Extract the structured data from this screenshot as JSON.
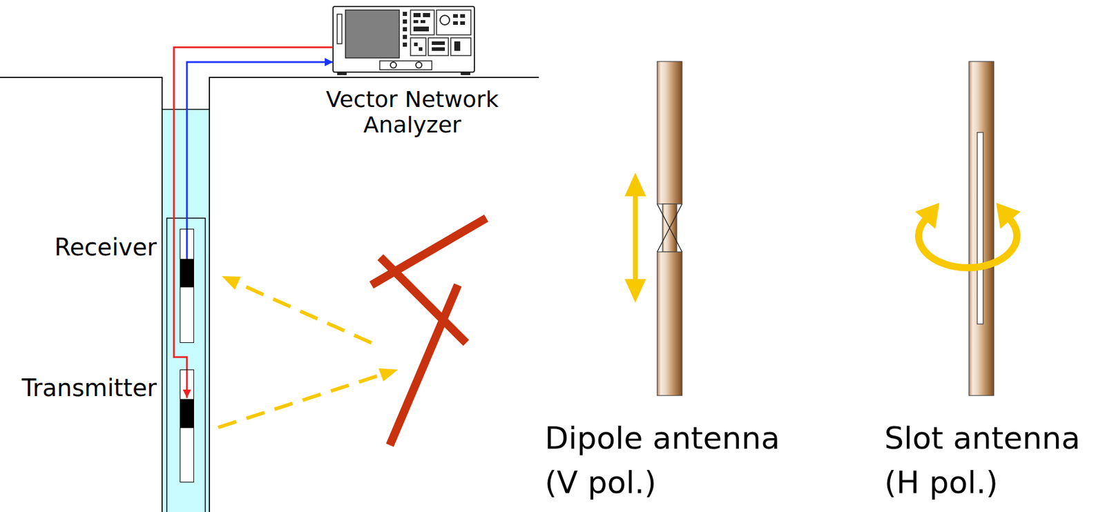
{
  "diagram": {
    "nodes": [
      {
        "text": [
          "Vector Network Analyzer"
        ]
      },
      {
        "text": [
          "Receiver"
        ]
      },
      {
        "text": [
          "Transmitter"
        ]
      },
      {
        "text": [
          "Dipole antenna (V pol.)"
        ]
      },
      {
        "text": [
          "Slot antenna (H pol.)"
        ]
      }
    ],
    "edges": [
      {
        "from": 0,
        "to": 2,
        "arrow": "to"
      },
      {
        "from": 1,
        "to": 0,
        "arrow": "to"
      }
    ]
  }
}
